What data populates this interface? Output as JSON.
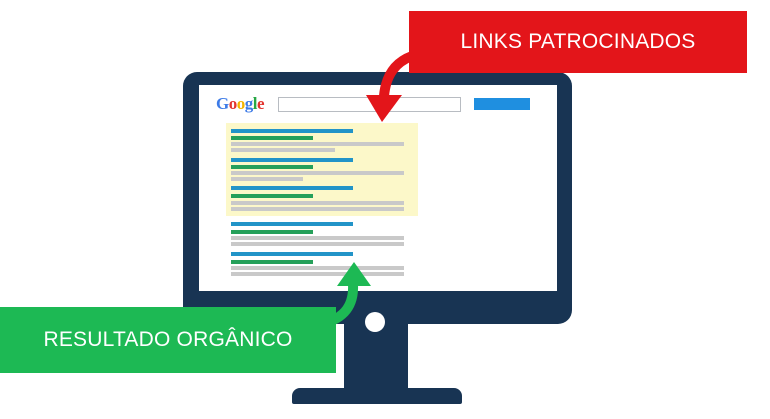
{
  "labels": {
    "sponsored": "LINKS PATROCINADOS",
    "organic": "RESULTADO ORGÂNICO"
  },
  "search": {
    "logo_letters": [
      "G",
      "o",
      "o",
      "g",
      "l",
      "e"
    ],
    "logo_colors": [
      "#3d7be7",
      "#e3342f",
      "#f5b400",
      "#3d7be7",
      "#27a745",
      "#e3342f"
    ]
  },
  "colors": {
    "sponsored_bg": "#fcf8c9",
    "title_line": "#2294c8",
    "url_line": "#25a05a",
    "text_line": "#c9c9c9",
    "red_banner": "#e3151a",
    "green_banner": "#1db954",
    "monitor": "#183453"
  },
  "results": {
    "sponsored_count": 3,
    "organic_count": 2
  }
}
